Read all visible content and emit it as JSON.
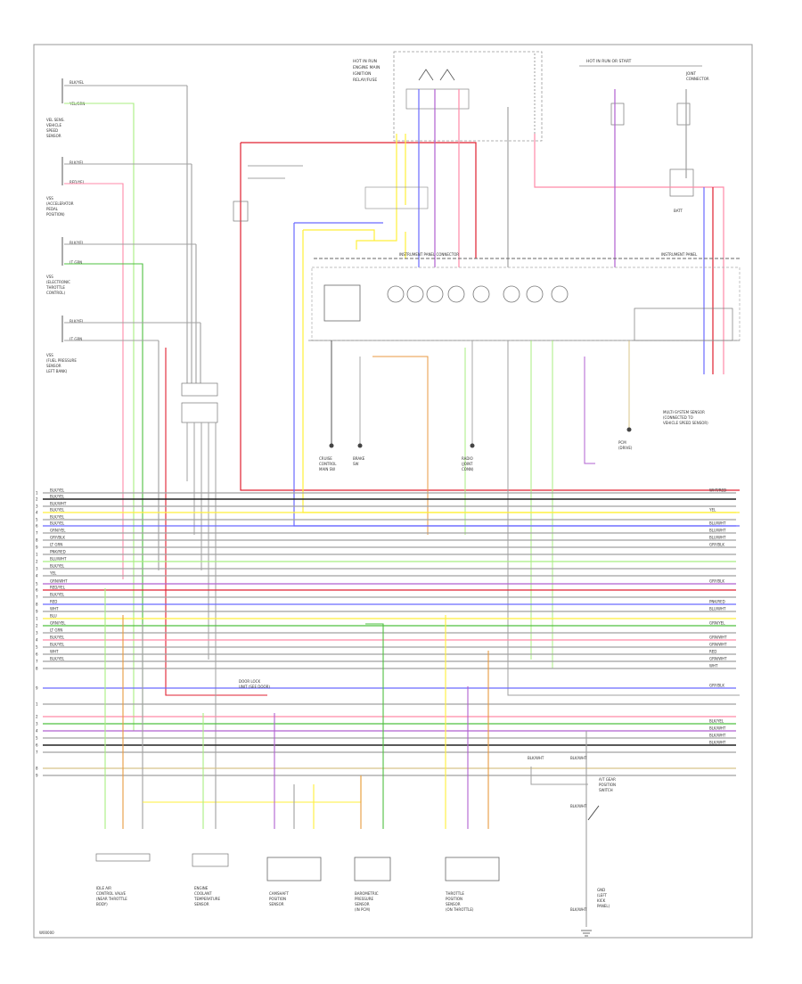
{
  "left_sensors": [
    {
      "wire1": "BLK/YEL",
      "wire2": "YEL/GRN",
      "name_lines": [
        "VEL SENS.",
        "VEHICLE",
        "SPEED",
        "SENSOR"
      ]
    },
    {
      "wire1": "BLK/YEL",
      "wire2": "RED/YEL",
      "name_lines": [
        "VSS",
        "(ACCELERATOR",
        "PEDAL",
        "POSITION)"
      ]
    },
    {
      "wire1": "BLK/YEL",
      "wire2": "LT GRN",
      "name_lines": [
        "VSS",
        "(ELECTRONIC",
        "THROTTLE",
        "CONTROL)"
      ]
    },
    {
      "wire1": "BLK/YEL",
      "wire2": "LT GRN",
      "name_lines": [
        "VSS",
        "(FUEL PRESSURE",
        "SENSOR",
        "LEFT BANK)"
      ]
    }
  ],
  "top_labels": {
    "center_block": [
      "HOT IN RUN",
      "ENGINE MAIN",
      "IGNITION",
      "RELAY/FUSE"
    ],
    "right_block": [
      "HOT IN RUN OR START"
    ],
    "splice_label": [
      "JOINT",
      "CONNECTOR"
    ],
    "battery_label": [
      "BATT"
    ]
  },
  "harness_bar_label": "INSTRUMENT PANEL CONNECTOR",
  "right_connector_label": "INSTRUMENT PANEL",
  "center_label": [
    "DOOR LOCK",
    "UNIT (SEE DOOR)"
  ],
  "mid_components": [
    {
      "lines": [
        "CRUISE",
        "CONTROL",
        "MAIN SW"
      ]
    },
    {
      "lines": [
        "BRAKE",
        "SW"
      ]
    },
    {
      "lines": [
        "RADIO",
        "(JOINT",
        "CONN)"
      ]
    },
    {
      "lines": [
        "PCM",
        "(DRIVE)"
      ]
    }
  ],
  "right_note": [
    "MULTI-SYSTEM SENSOR",
    "(CONNECTED TO",
    "VEHICLE SPEED SENSOR)"
  ],
  "bottom_components": [
    {
      "lines": [
        "IDLE AIR",
        "CONTROL VALVE",
        "(NEAR THROTTLE",
        "BODY)"
      ]
    },
    {
      "lines": [
        "ENGINE",
        "COOLANT",
        "TEMPERATURE",
        "SENSOR"
      ]
    },
    {
      "lines": [
        "CAMSHAFT",
        "POSITION",
        "SENSOR"
      ]
    },
    {
      "lines": [
        "BAROMETRIC",
        "PRESSURE",
        "SENSOR",
        "(IN PCM)"
      ]
    },
    {
      "lines": [
        "THROTTLE",
        "POSITION",
        "SENSOR",
        "(ON THROTTLE)"
      ]
    }
  ],
  "bottom_right": {
    "switch_label": [
      "A/T GEAR",
      "POSITION",
      "SWITCH"
    ],
    "ground_label": [
      "GND",
      "(LEFT",
      "KICK",
      "PANEL)"
    ],
    "wire_labels": [
      "BLK/WHT",
      "BLK/WHT",
      "BLK/WHT",
      "BLK/WHT"
    ]
  },
  "footer_code": "W00000",
  "right_wire_labels": [
    "WHT/RED",
    "YEL",
    "BLU/WHT",
    "BLU/WHT",
    "BLU/WHT",
    "GRY/BLK",
    "GRY/BLK",
    "PNK/RED",
    "BLU/WHT",
    "GRN/YEL",
    "GRN/WHT",
    "GRN/WHT",
    "RED",
    "GRN/WHT",
    "WHT",
    "GRY/BLK",
    "BLK/YEL",
    "BLK/WHT",
    "BLK/WHT",
    "BLK/WHT"
  ],
  "left_wire_labels": [
    "BLK/YEL",
    "BLK/YEL",
    "BLK/WHT",
    "BLK/YEL",
    "BLK/YEL",
    "BLK/YEL",
    "GRN/YEL",
    "GRY/BLK",
    "LT GRN",
    "PNK/RED",
    "BLU/WHT",
    "BLK/YEL",
    "YEL",
    "GRN/WHT",
    "RED/YEL",
    "BLK/YEL",
    "RED",
    "WHT",
    "BLU",
    "GRN/YEL",
    "LT GRN",
    "BLK/YEL",
    "BLK/YEL",
    "WHT",
    "BLK/YEL"
  ],
  "colors": {
    "red": "#e02030",
    "pink": "#ff8aa8",
    "yellow": "#ffef3a",
    "blue": "#6a6aff",
    "violet": "#b060d0",
    "green": "#4fc040",
    "ltgreen": "#a8ee80",
    "orange": "#e89a40",
    "gray": "#a0a0a0",
    "black": "#222222",
    "tan": "#d8c48a"
  }
}
